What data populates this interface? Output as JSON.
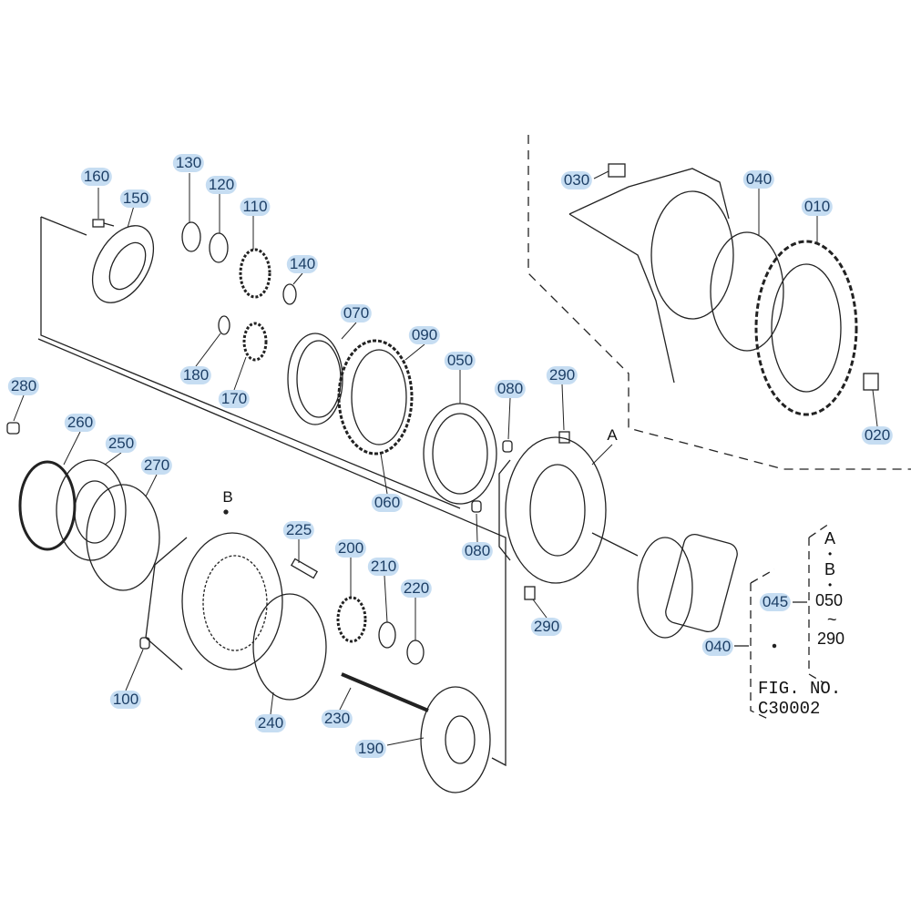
{
  "figure_number": "FIG. NO. C30002",
  "highlight_color": "#c6ddf2",
  "label_text_color": "#1d3f66",
  "parts": [
    "160",
    "150",
    "130",
    "120",
    "110",
    "140",
    "070",
    "090",
    "050",
    "080",
    "290",
    "180",
    "170",
    "280",
    "260",
    "250",
    "270",
    "225",
    "200",
    "210",
    "220",
    "060",
    "080",
    "290",
    "100",
    "240",
    "230",
    "190",
    "030",
    "040",
    "010",
    "020",
    "045",
    "040"
  ],
  "reference_marks": {
    "a": "A",
    "b": "B"
  },
  "legend": {
    "a": "A",
    "dot1": "•",
    "b": "B",
    "dot2": "•",
    "from": "050",
    "tilde": "~",
    "to": "290",
    "dot3": "•"
  }
}
